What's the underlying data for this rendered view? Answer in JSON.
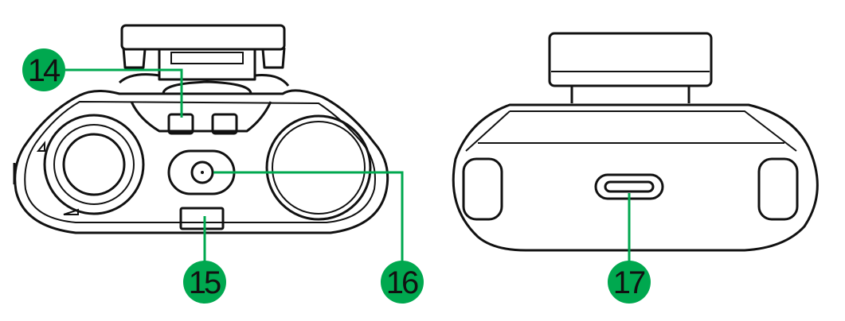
{
  "callouts": [
    {
      "number": "14"
    },
    {
      "number": "15"
    },
    {
      "number": "16"
    },
    {
      "number": "17"
    }
  ],
  "colors": {
    "callout": "#00a84f",
    "outline": "#111111"
  }
}
